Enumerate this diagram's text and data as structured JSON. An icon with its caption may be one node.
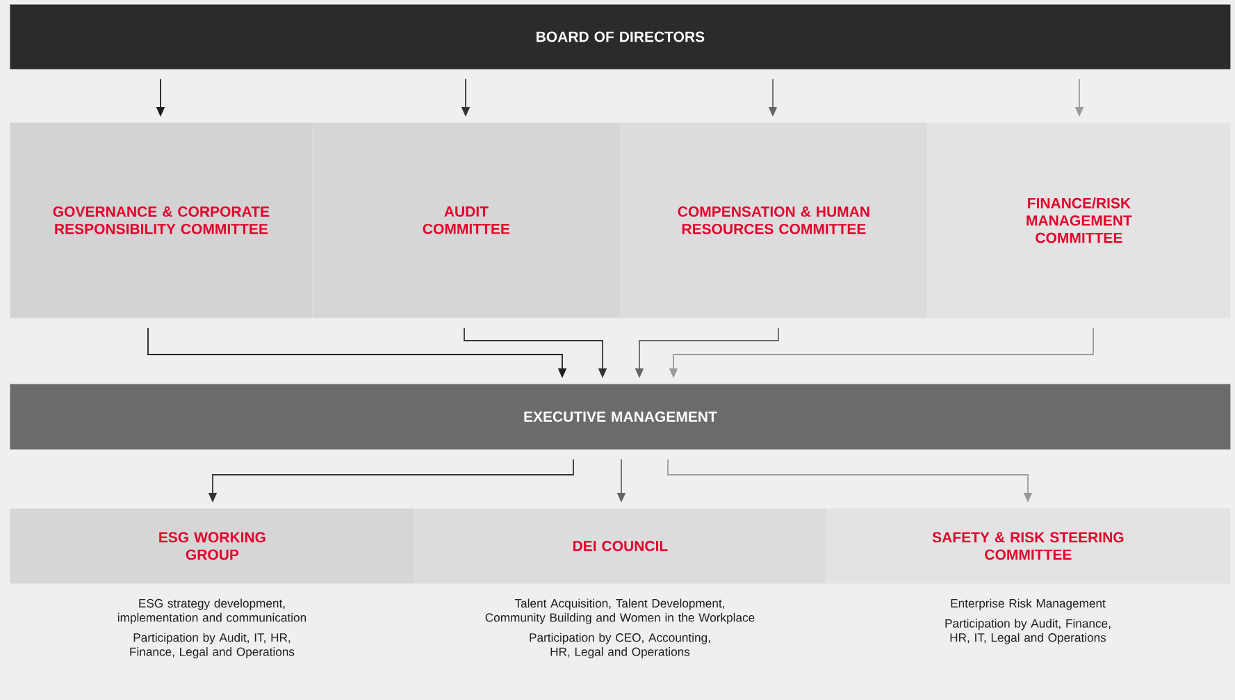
{
  "diagram": {
    "nodes": [
      {
        "text": [
          "BOARD OF DIRECTORS"
        ]
      },
      {
        "text": [
          "GOVERNANCE & CORPORATE RESPONSIBILITY COMMITTEE"
        ]
      },
      {
        "text": [
          "AUDIT COMMITTEE"
        ]
      },
      {
        "text": [
          "COMPENSATION & HUMAN RESOURCES COMMITTEE"
        ]
      },
      {
        "text": [
          "FINANCE/RISK MANAGEMENT COMMITTEE"
        ]
      },
      {
        "text": [
          "EXECUTIVE MANAGEMENT"
        ]
      },
      {
        "text": [
          "ESG WORKING GROUP"
        ],
        "beside": [
          "ESG strategy development, implementation and communication",
          "Participation by Audit, IT, HR, Finance, Legal and Operations"
        ]
      },
      {
        "text": [
          "DEI COUNCIL"
        ],
        "beside": [
          "Talent Acquisition, Talent Development, Community Building and Women in the Workplace",
          "Participation by CEO, Accounting, HR, Legal and Operations"
        ]
      },
      {
        "text": [
          "SAFETY & RISK STEERING COMMITTEE"
        ],
        "beside": [
          "Enterprise Risk Management",
          "Participation by Audit, Finance, HR, IT, Legal and Operations"
        ]
      }
    ],
    "edges": [
      {
        "from": 0,
        "to": 1,
        "arrow": "to",
        "color": "#1e1e1e"
      },
      {
        "from": 0,
        "to": 2,
        "arrow": "to",
        "color": "#333333"
      },
      {
        "from": 0,
        "to": 3,
        "arrow": "to",
        "color": "#666666"
      },
      {
        "from": 0,
        "to": 4,
        "arrow": "to",
        "color": "#9a9a9a"
      },
      {
        "from": 1,
        "to": 5,
        "arrow": "to",
        "color": "#1e1e1e"
      },
      {
        "from": 2,
        "to": 5,
        "arrow": "to",
        "color": "#333333"
      },
      {
        "from": 3,
        "to": 5,
        "arrow": "to",
        "color": "#666666"
      },
      {
        "from": 4,
        "to": 5,
        "arrow": "to",
        "color": "#9a9a9a"
      },
      {
        "from": 5,
        "to": 6,
        "arrow": "to",
        "color": "#333333"
      },
      {
        "from": 5,
        "to": 7,
        "arrow": "to",
        "color": "#666666"
      },
      {
        "from": 5,
        "to": 8,
        "arrow": "to",
        "color": "#9a9a9a"
      }
    ]
  }
}
